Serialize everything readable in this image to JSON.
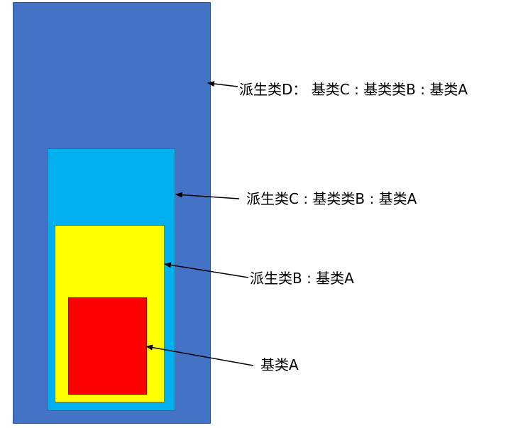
{
  "labels": {
    "derived_d": "派生类D： 基类C : 基类类B : 基类A",
    "derived_c": "派生类C : 基类类B : 基类A",
    "derived_b": "派生类B : 基类A",
    "base_a": "基类A"
  },
  "colors": {
    "derived_d": "#4472C4",
    "derived_c": "#00B0F0",
    "derived_b": "#FFFF00",
    "base_a": "#FF0000",
    "arrow": "#000000"
  }
}
